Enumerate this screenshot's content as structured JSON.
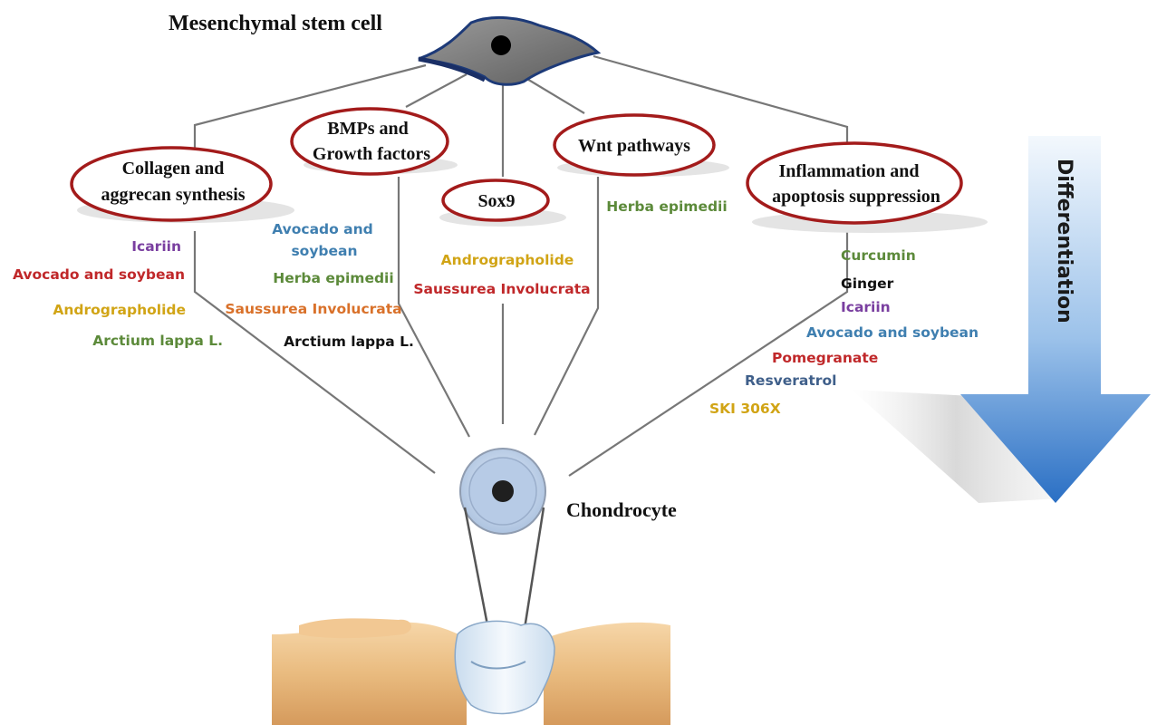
{
  "title": "Mesenchymal stem cell",
  "chondrocyte_label": "Chondrocyte",
  "differentiation_label": "Differentiation",
  "pathways": {
    "collagen": {
      "line1": "Collagen and",
      "line2": "aggrecan synthesis"
    },
    "bmp": {
      "line1": "BMPs and",
      "line2": "Growth factors"
    },
    "sox9": {
      "label": "Sox9"
    },
    "wnt": {
      "label": "Wnt pathways"
    },
    "inflammation": {
      "line1": "Inflammation and",
      "line2": "apoptosis suppression"
    }
  },
  "compounds": {
    "collagen": [
      {
        "text": "Icariin",
        "color": "#7a3fa0"
      },
      {
        "text": "Avocado and soybean",
        "color": "#c0282a"
      },
      {
        "text": "Andrographolide",
        "color": "#d1a415"
      },
      {
        "text": "Arctium lappa L.",
        "color": "#5c8a3a"
      }
    ],
    "bmp": [
      {
        "text": "Avocado and",
        "color": "#3f7fb0"
      },
      {
        "text": "soybean",
        "color": "#3f7fb0"
      },
      {
        "text": "Herba epimedii",
        "color": "#5c8a3a"
      },
      {
        "text": "Saussurea Involucrata",
        "color": "#d9712a"
      },
      {
        "text": "Arctium lappa L.",
        "color": "#111111"
      }
    ],
    "sox9": [
      {
        "text": "Andrographolide",
        "color": "#d1a415"
      },
      {
        "text": "Saussurea Involucrata",
        "color": "#c0282a"
      }
    ],
    "wnt": [
      {
        "text": "Herba epimedii",
        "color": "#5c8a3a"
      }
    ],
    "inflammation": [
      {
        "text": "Curcumin",
        "color": "#5c8a3a"
      },
      {
        "text": "Ginger",
        "color": "#111111"
      },
      {
        "text": "Icariin",
        "color": "#7a3fa0"
      },
      {
        "text": "Avocado and soybean",
        "color": "#3f7fb0"
      },
      {
        "text": "Pomegranate",
        "color": "#c0282a"
      },
      {
        "text": "Resveratrol",
        "color": "#3f5f8a"
      },
      {
        "text": "SKI 306X",
        "color": "#d1a415"
      }
    ]
  },
  "colors": {
    "ellipse_stroke": "#a31b1b",
    "connector": "#777777",
    "arrow_light": "#e8f1fb",
    "arrow_dark": "#2f76c9"
  }
}
